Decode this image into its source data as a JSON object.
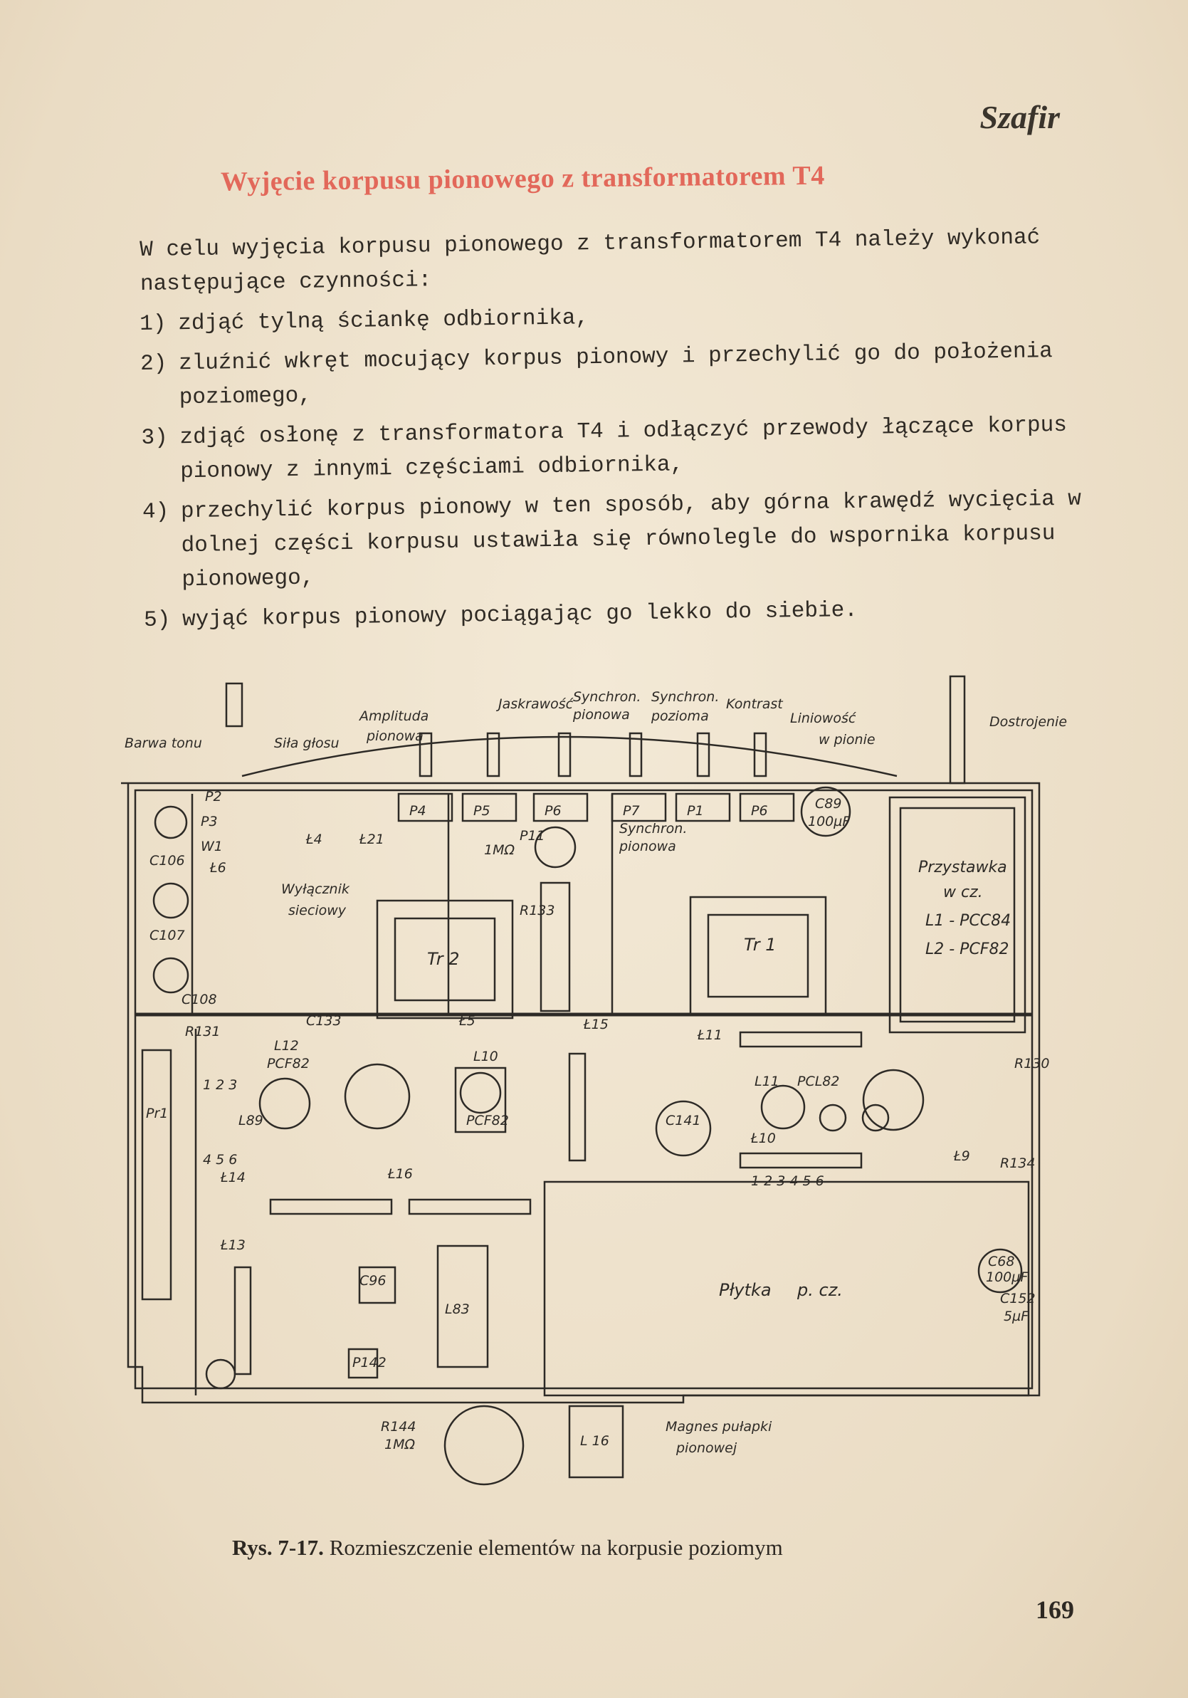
{
  "header": {
    "brand": "Szafir"
  },
  "section": {
    "title": "Wyjęcie korpusu pionowego z transformatorem T4",
    "intro": "W celu wyjęcia korpusu pionowego z transformatorem T4 należy wykonać następujące czynności:",
    "steps": [
      {
        "num": "1)",
        "text": "zdjąć tylną ściankę odbiornika,"
      },
      {
        "num": "2)",
        "text": "zluźnić wkręt mocujący korpus pionowy i przechylić go do położenia poziomego,"
      },
      {
        "num": "3)",
        "text": "zdjąć osłonę z transformatora T4 i odłączyć przewody łączące korpus pionowy z innymi częściami odbiornika,"
      },
      {
        "num": "4)",
        "text": "przechylić korpus pionowy w ten sposób, aby górna krawędź wycięcia w dolnej części korpusu ustawiła się równolegle do wspornika korpusu pionowego,"
      },
      {
        "num": "5)",
        "text": "wyjąć korpus pionowy pociągając go lekko do siebie."
      }
    ]
  },
  "figure": {
    "labels": {
      "barwa_tonu": "Barwa tonu",
      "sila_glosu": "Siła głosu",
      "amplituda": "Amplituda",
      "pionowa": "pionowa",
      "jaskrawosc": "Jaskrawość",
      "synchron_1": "Synchron.",
      "pionowa_2": "pionowa",
      "synchron_2": "Synchron.",
      "pozioma": "pozioma",
      "kontrast": "Kontrast",
      "liniowosc": "Liniowość",
      "w_pionie": "w pionie",
      "dostrojenie": "Dostrojenie",
      "p2": "P2",
      "p3": "P3",
      "w1": "W1",
      "l6": "Ł6",
      "c106": "C106",
      "c107": "C107",
      "c108": "C108",
      "l4": "Ł4",
      "l21": "Ł21",
      "one_mohm": "1MΩ",
      "p11": "P11",
      "p4": "P4",
      "p5": "P5",
      "p6": "P6",
      "p7": "P7",
      "p1": "P1",
      "p6b": "P6",
      "c89": "C89",
      "c89_val": "100µF",
      "wylacznik": "Wyłącznik",
      "sieciowy": "sieciowy",
      "synchron_pionowa_1": "Synchron.",
      "synchron_pionowa_2": "pionowa",
      "r133": "R133",
      "tr2": "Tr 2",
      "tr1": "Tr 1",
      "przystawka_1": "Przystawka",
      "przystawka_2": "w cz.",
      "przystawka_3": "L1 - PCC84",
      "przystawka_4": "L2 - PCF82",
      "r131": "R131",
      "c133": "C133",
      "l5": "Ł5",
      "l15": "Ł15",
      "l11": "Ł11",
      "r130": "R130",
      "l12": "L12",
      "pcf82_a": "PCF82",
      "l10": "L10",
      "pcf82_b": "PCF82",
      "l11b": "L11",
      "pcl82": "PCL82",
      "p_pl": "Pr1",
      "t123": "1 2 3",
      "l89": "L89",
      "t456": "4 5 6",
      "c141": "C141",
      "l10b": "Ł10",
      "l9": "Ł9",
      "r134": "R134",
      "l14": "Ł14",
      "l16": "Ł16",
      "l13": "Ł13",
      "c96": "C96",
      "l83": "L83",
      "c68": "C68",
      "c68_val": "100µF",
      "plytka": "Płytka",
      "pcz": "p. cz.",
      "c152": "C152",
      "c152_val": "5µF",
      "p142": "P142",
      "r144": "R144",
      "r144_val": "1MΩ",
      "magnes_1": "Magnes pułapki",
      "magnes_2": "pionowej",
      "l16b": "L 16",
      "pins_123456": "1  2 3 4 5  6"
    }
  },
  "caption": {
    "label": "Rys. 7-17.",
    "text": "Rozmieszczenie elementów na korpusie poziomym"
  },
  "page_number": "169"
}
